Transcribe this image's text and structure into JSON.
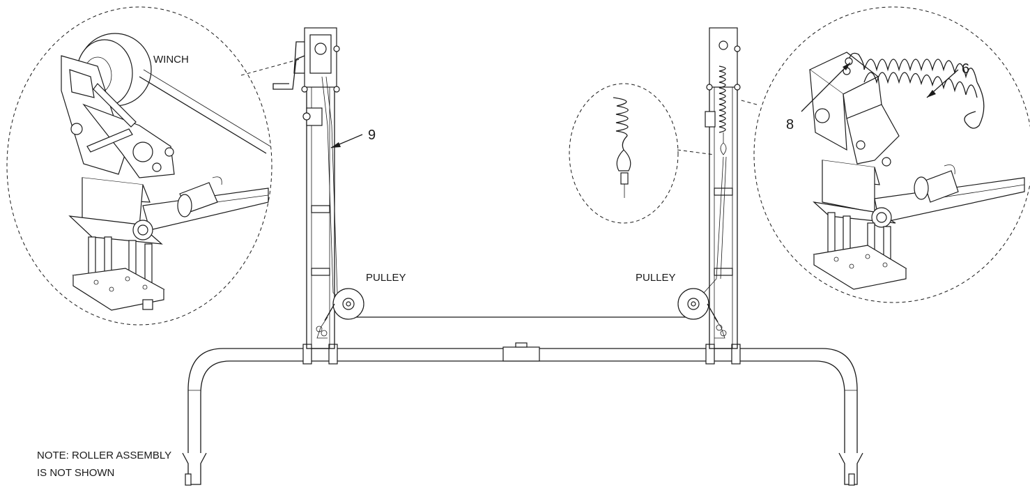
{
  "labels": {
    "winch": "WINCH",
    "pulley_left": "PULLEY",
    "pulley_right": "PULLEY",
    "callout_9": "9",
    "callout_6": "6",
    "callout_8": "8",
    "note_line1": "NOTE: ROLLER ASSEMBLY",
    "note_line2": "IS NOT SHOWN"
  },
  "callouts": [
    {
      "number": "9",
      "target": "cable"
    },
    {
      "number": "6",
      "target": "spring"
    },
    {
      "number": "8",
      "target": "spring-hook"
    }
  ],
  "detail_views": [
    "winch-detail",
    "spring-hook-detail",
    "spring-detail"
  ],
  "colors": {
    "line": "#1a1a1a",
    "background": "#ffffff"
  }
}
